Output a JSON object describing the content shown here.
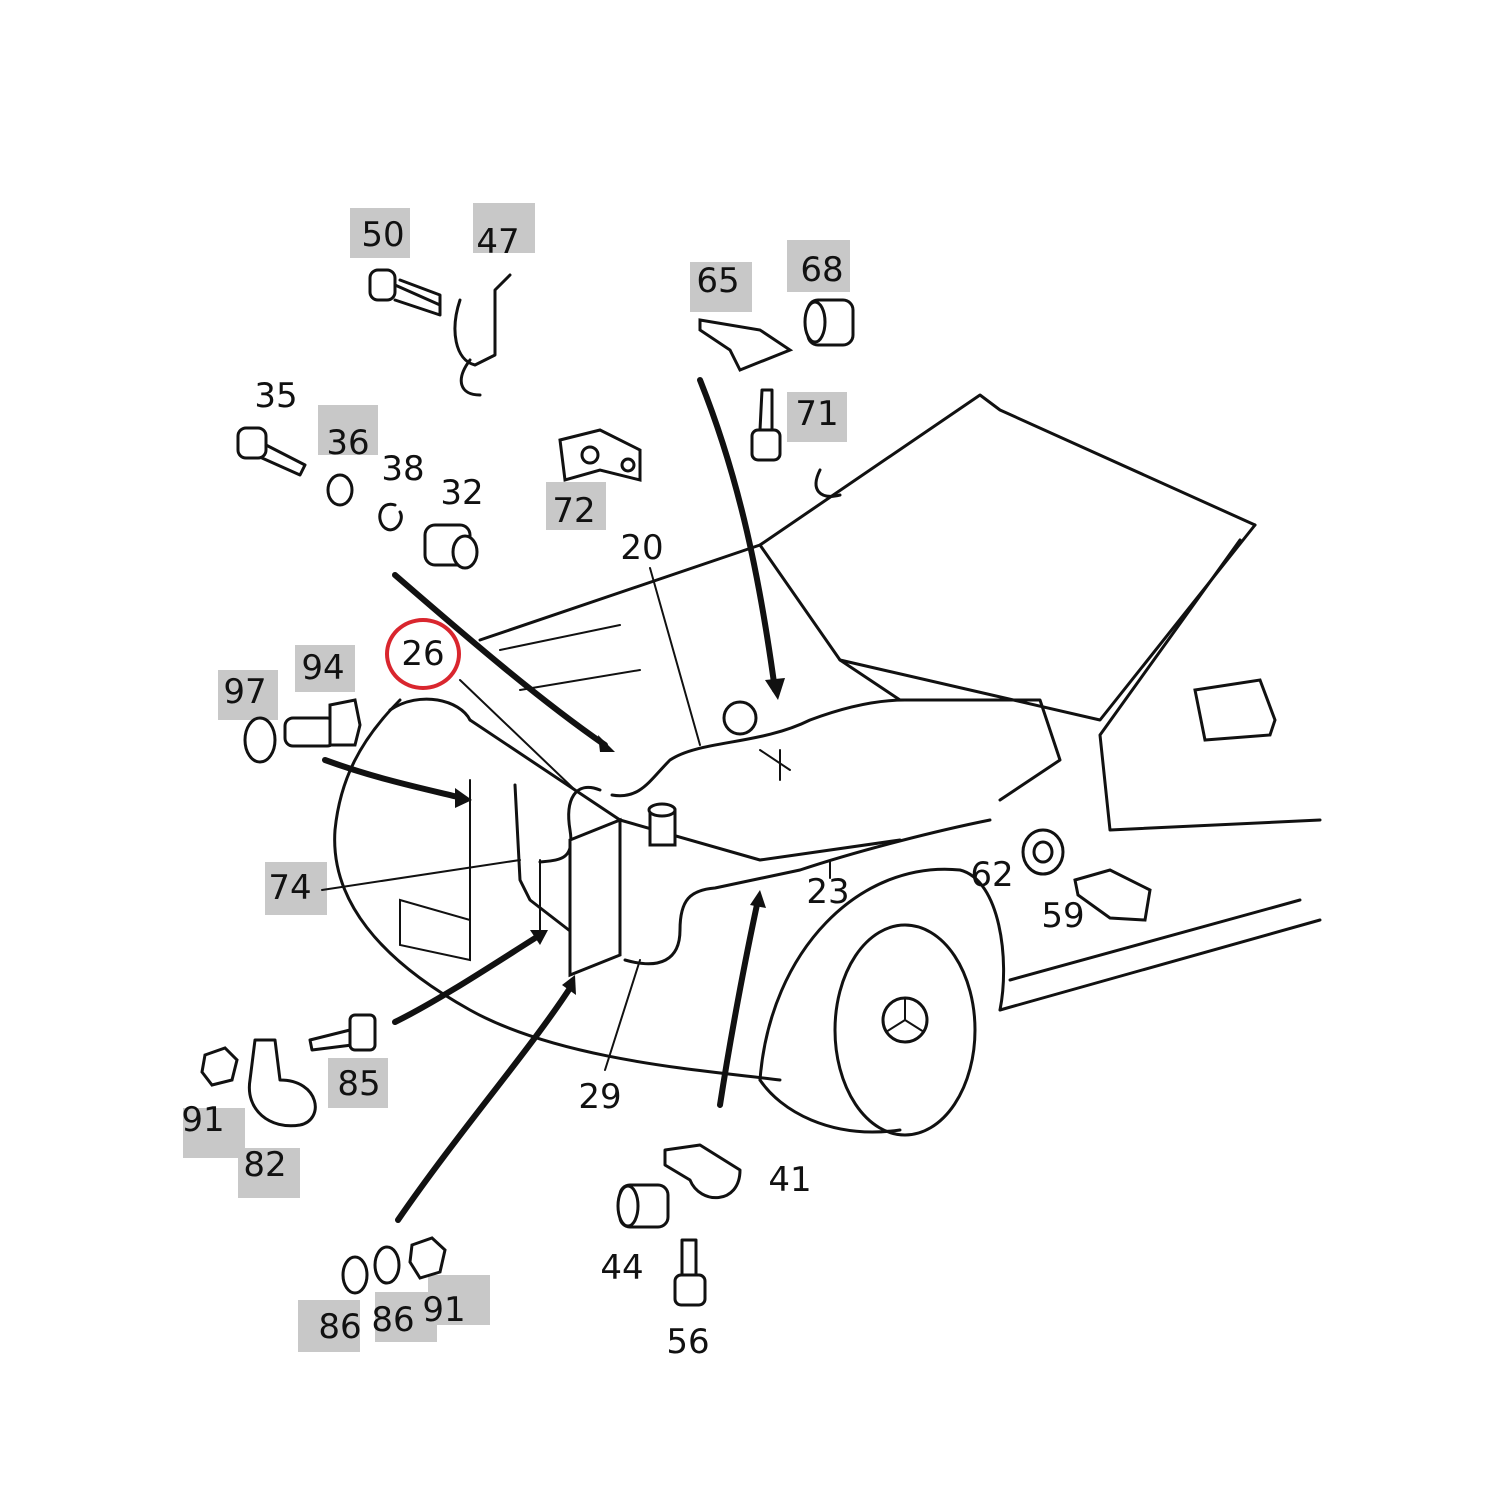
{
  "diagram": {
    "highlight_color": "#c8c8c8",
    "selected_color": "#d9262e",
    "selected_part": "26",
    "labels": {
      "p50": "50",
      "p47": "47",
      "p65": "65",
      "p68": "68",
      "p71": "71",
      "p35": "35",
      "p36": "36",
      "p38": "38",
      "p32": "32",
      "p72": "72",
      "p20": "20",
      "p26": "26",
      "p94": "94",
      "p97": "97",
      "p74": "74",
      "p62": "62",
      "p23": "23",
      "p59": "59",
      "p85": "85",
      "p91a": "91",
      "p82": "82",
      "p29": "29",
      "p41": "41",
      "p44": "44",
      "p56": "56",
      "p86a": "86",
      "p86b": "86",
      "p91b": "91"
    }
  }
}
